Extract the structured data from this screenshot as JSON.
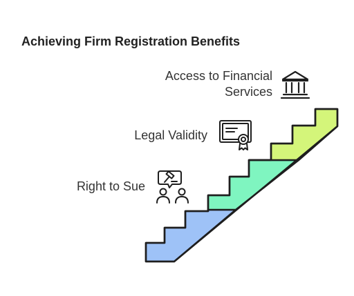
{
  "title": "Achieving Firm Registration Benefits",
  "steps": [
    {
      "label_lines": [
        "Access to Financial",
        "Services"
      ],
      "icon": "bank-icon",
      "color": "#d4f57a"
    },
    {
      "label_lines": [
        "Legal Validity"
      ],
      "icon": "certificate-icon",
      "color": "#7ff5c0"
    },
    {
      "label_lines": [
        "Right to Sue"
      ],
      "icon": "gavel-people-icon",
      "color": "#9ec2f7"
    }
  ]
}
